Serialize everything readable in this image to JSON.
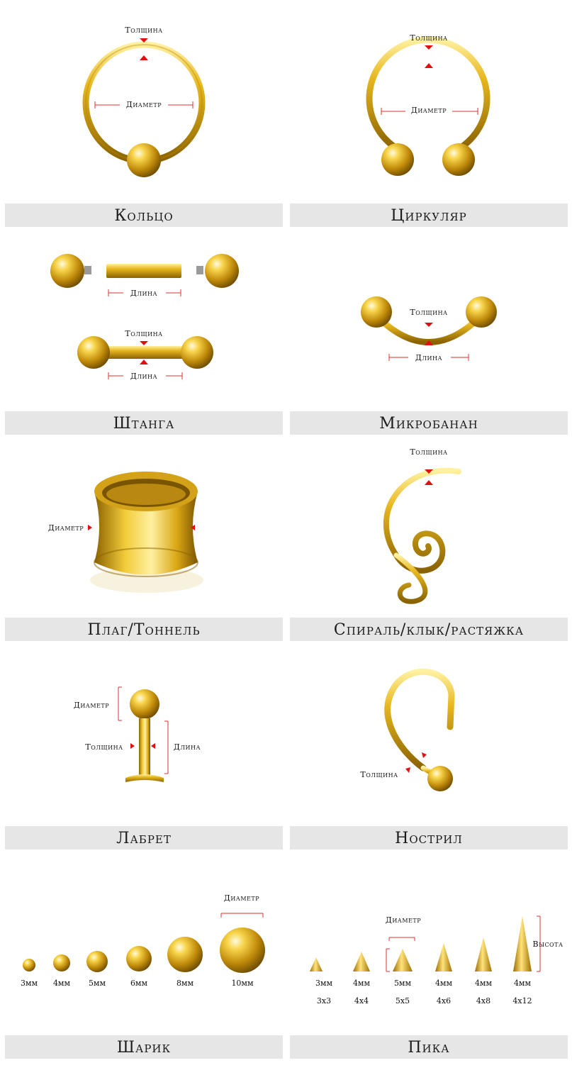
{
  "labels": {
    "thickness": "Толщина",
    "diameter": "Диаметр",
    "length": "Длина",
    "height": "Высота"
  },
  "items": [
    {
      "name": "Кольцо"
    },
    {
      "name": "Циркуляр"
    },
    {
      "name": "Штанга"
    },
    {
      "name": "Микробанан"
    },
    {
      "name": "Плаг/Тоннель"
    },
    {
      "name": "Спираль/клык/растяжка"
    },
    {
      "name": "Лабрет"
    },
    {
      "name": "Нострил"
    },
    {
      "name": "Шарик"
    },
    {
      "name": "Пика"
    }
  ],
  "balls": [
    "3мм",
    "4мм",
    "5мм",
    "6мм",
    "8мм",
    "10мм"
  ],
  "spikes": {
    "diameters": [
      "3мм",
      "4мм",
      "5мм",
      "4мм",
      "4мм",
      "4мм"
    ],
    "sizes": [
      "3x3",
      "4x4",
      "5x5",
      "4x6",
      "4x8",
      "4x12"
    ]
  },
  "colors": {
    "gold": "#e2b31c",
    "accent": "#e01010",
    "caption_bg": "#e6e6e6"
  }
}
